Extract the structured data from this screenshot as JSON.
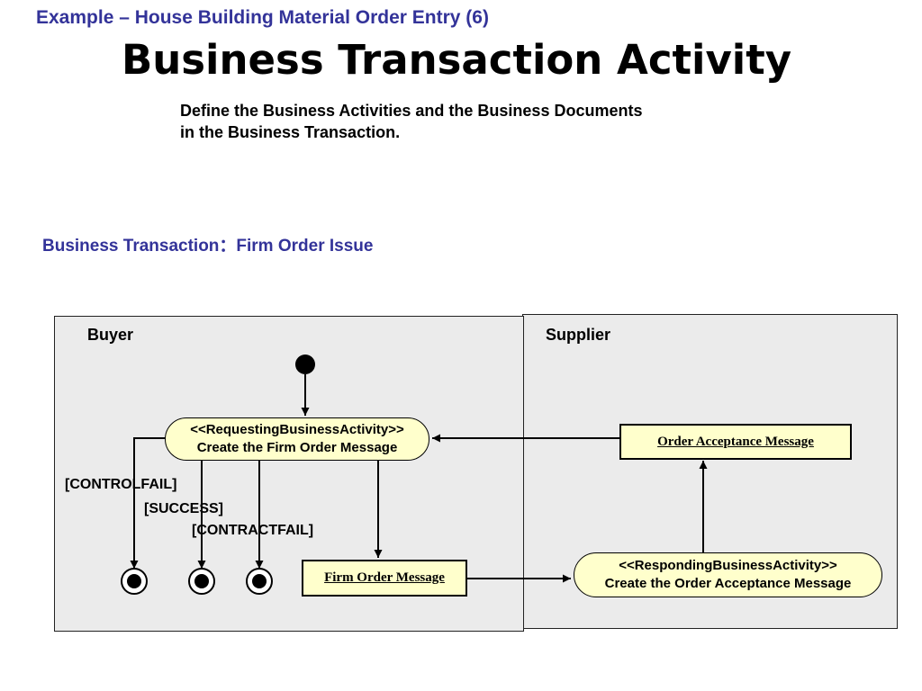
{
  "header": {
    "subtitle": "Example – House Building Material Order Entry (6)",
    "title": "Business Transaction Activity",
    "description_line1": "Define the Business Activities and the Business Documents",
    "description_line2": "in the Business Transaction.",
    "business_transaction": "Business Transaction：Firm Order Issue"
  },
  "diagram": {
    "lanes": {
      "buyer": "Buyer",
      "supplier": "Supplier"
    },
    "requesting_activity": {
      "stereotype": "<<RequestingBusinessActivity>>",
      "name": "Create the Firm Order Message"
    },
    "responding_activity": {
      "stereotype": "<<RespondingBusinessActivity>>",
      "name": "Create the Order Acceptance Message"
    },
    "documents": {
      "firm_order": "Firm Order Message",
      "order_acceptance": "Order Acceptance Message"
    },
    "guards": {
      "controlfail": "[CONTROLFAIL]",
      "success": "[SUCCESS]",
      "contractfail": "[CONTRACTFAIL]"
    }
  }
}
